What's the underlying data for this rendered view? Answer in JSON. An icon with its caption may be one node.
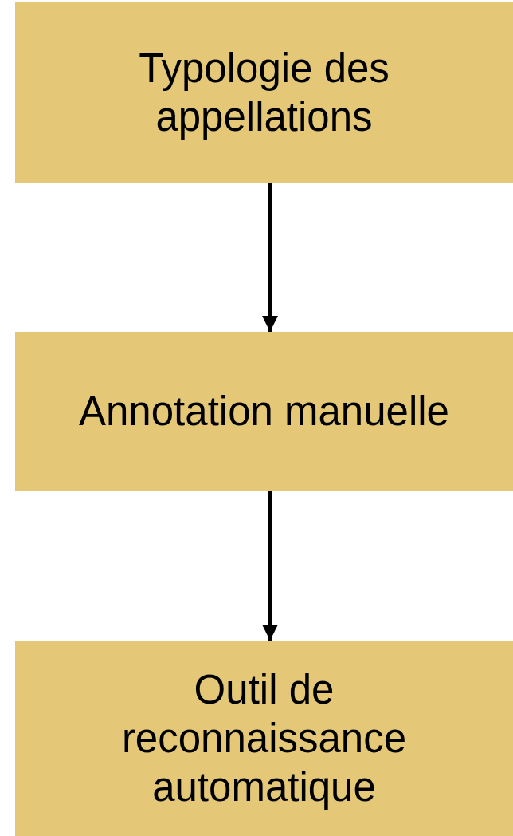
{
  "diagram": {
    "nodes": [
      {
        "text": [
          "Typologie des appellations"
        ]
      },
      {
        "text": [
          "Annotation manuelle"
        ]
      },
      {
        "text": [
          "Outil de reconnaissance automatique"
        ]
      }
    ],
    "edges": [
      {
        "from": 0,
        "to": 1,
        "arrow": "to"
      },
      {
        "from": 1,
        "to": 2,
        "arrow": "to"
      }
    ]
  }
}
